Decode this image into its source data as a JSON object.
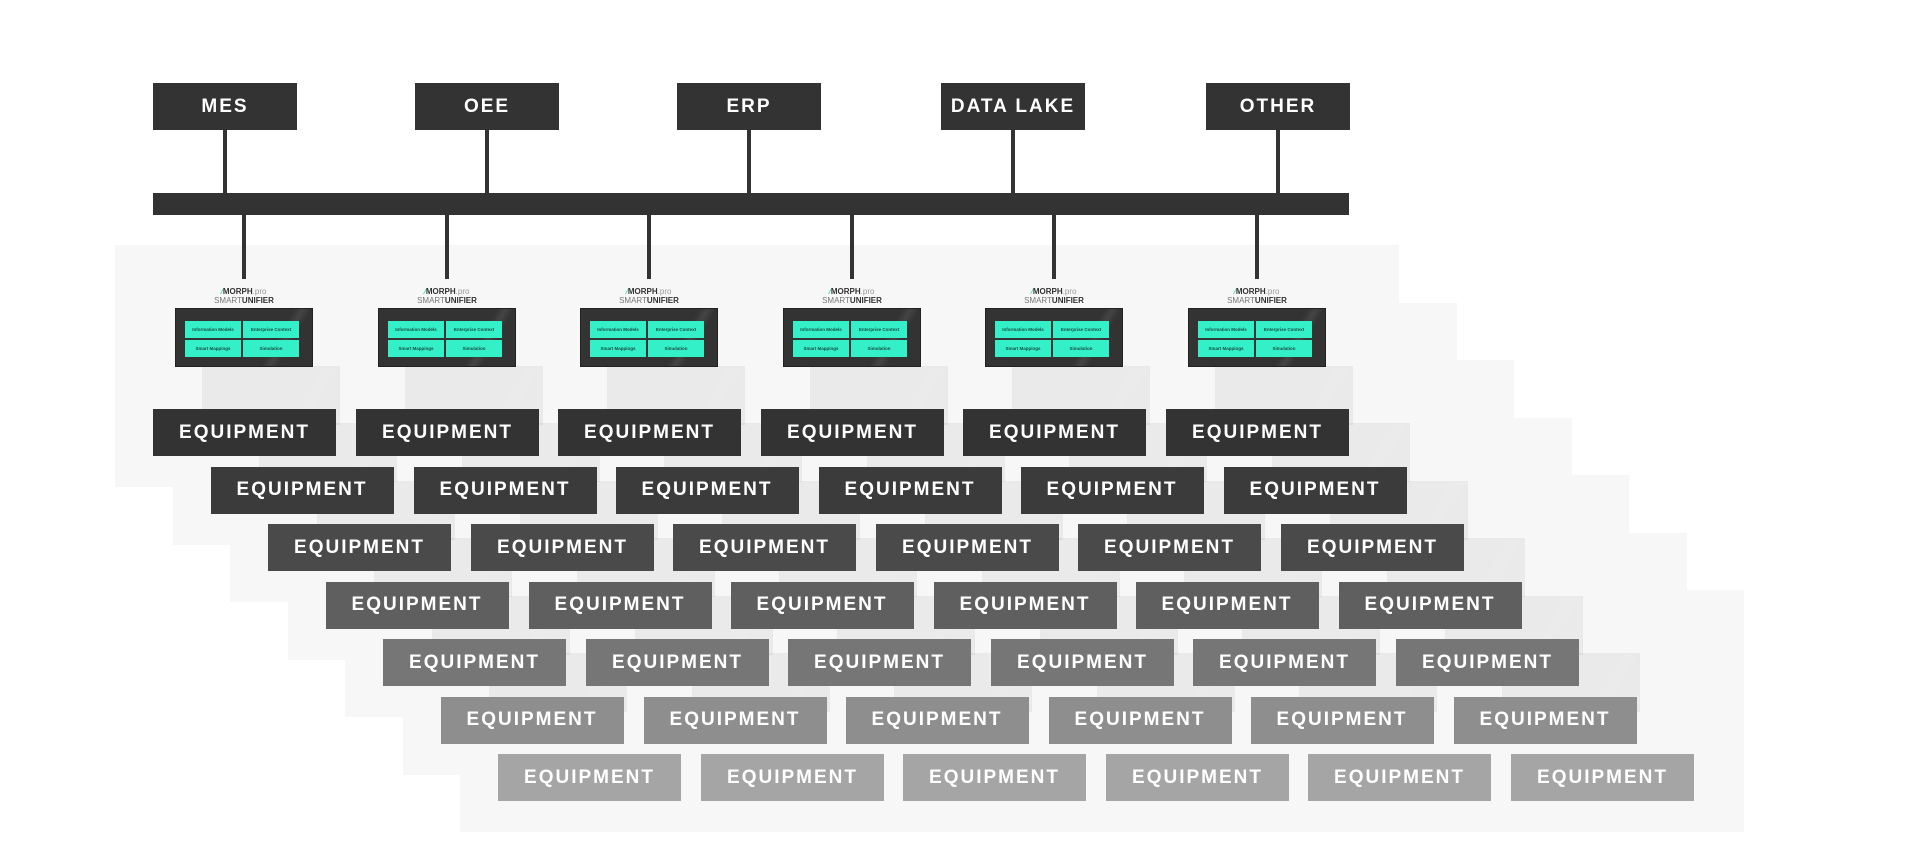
{
  "systems": [
    "MES",
    "OEE",
    "ERP",
    "DATA LAKE",
    "OTHER"
  ],
  "unifier": {
    "logo_brand": "MORPH",
    "logo_suffix": ".pro",
    "logo_product_light": "SMART",
    "logo_product_bold": "UNIFIER",
    "modules": [
      "Information Models",
      "Enterprise Context",
      "Smart Mappings",
      "Simulation"
    ]
  },
  "equipment_label": "EQUIPMENT",
  "layers": 7,
  "columns": 6,
  "colors": {
    "dark": "#333333",
    "accent": "#33f0c8",
    "layer_equipment": [
      "#333333",
      "#3b3b3b",
      "#4a4a4a",
      "#5f5f5f",
      "#767676",
      "#8e8e8e",
      "#a5a5a5"
    ]
  }
}
